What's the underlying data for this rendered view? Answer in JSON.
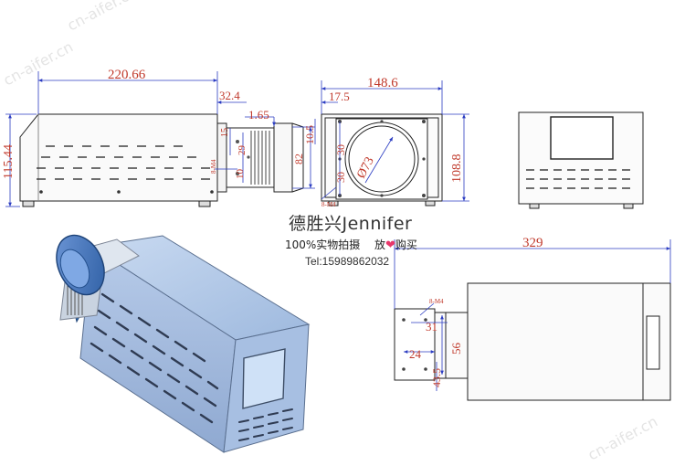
{
  "dimensions": {
    "side_length": "220.66",
    "side_height": "115.44",
    "side_mount_offset": "32.4",
    "side_mount_gap": "1.65",
    "side_mount_height": "82",
    "side_hole_a": "15",
    "side_hole_b": "29",
    "side_hole_c": "10",
    "side_screw": "8-M4",
    "front_width": "148.6",
    "front_height": "108.8",
    "front_offset": "17.5",
    "front_hole_a": "10.5",
    "front_hole_b": "30",
    "front_hole_c": "30",
    "front_diameter": "Ø73",
    "front_screw": "8-M4",
    "top_length": "329",
    "top_screw": "8-M4",
    "top_dim_a": "31",
    "top_dim_b": "24",
    "top_dim_c": "56",
    "top_dim_d": "43.5"
  },
  "overlay": {
    "brand": "德胜兴Jennifer",
    "slogan_left": "100%实物拍摄",
    "slogan_right_1": "放",
    "slogan_right_2": "购买",
    "tel": "Tel:15989862032"
  },
  "watermarks": [
    "cn-aifer.cn",
    "cn-aifer.cn",
    "cn-aifer.cn"
  ],
  "colors": {
    "dimension": "#c0392b",
    "body_blue": "#aac4e6",
    "accent_blue": "#2f6fb5",
    "heart": "#e8376a"
  }
}
